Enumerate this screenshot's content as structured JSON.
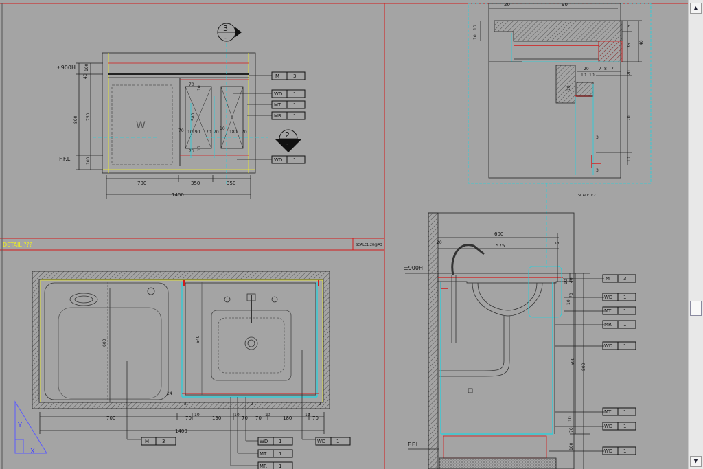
{
  "drawing": {
    "detail_title": "DETAIL  ???",
    "scale_label": "SCALE",
    "scale_value": "1:20@A3",
    "scale_note": "SCALE  1:2",
    "ucs_y": "Y",
    "ucs_x": "X",
    "sections": [
      {
        "id": "3",
        "sub": "-"
      },
      {
        "id": "2",
        "sub": "-"
      }
    ],
    "levels": {
      "top": "±900H",
      "floor": "F.F.L."
    },
    "tags": {
      "M": "M",
      "WD": "WD",
      "MT": "MT",
      "MR": "MR",
      "one": "1",
      "three": "3"
    },
    "room_letter": "W",
    "dims": {
      "elev_bottom": [
        "700",
        "350",
        "350"
      ],
      "elev_total": "1400",
      "elev_left": [
        "100",
        "40",
        "750",
        "800",
        "100"
      ],
      "elev_inner": [
        "70",
        "10",
        "10",
        "580",
        "10",
        "70",
        "70",
        "190",
        "70",
        "70",
        "10",
        "180",
        "70"
      ],
      "plan_bottom": [
        "700",
        "70",
        "10",
        "190",
        "10",
        "70",
        "70",
        "10",
        "180",
        "10",
        "70"
      ],
      "plan_total": "1400",
      "plan_depth": [
        "600",
        "540"
      ],
      "plan_small": [
        "24",
        "2",
        "2",
        "2"
      ],
      "detail_top": [
        "20",
        "90"
      ],
      "detail_right": [
        "5",
        "35",
        "20",
        "70",
        "10",
        "40"
      ],
      "detail_inner": [
        "10",
        "10",
        "20",
        "10",
        "10",
        "20",
        "7",
        "8",
        "7",
        "10",
        "3",
        "3",
        "3"
      ],
      "sect_top": [
        "600",
        "575",
        "20",
        "5"
      ],
      "sect_right": [
        "40",
        "10",
        "70",
        "10",
        "590",
        "800",
        "10",
        "70",
        "100"
      ]
    }
  },
  "ui": {
    "scroll_up": "▲",
    "scroll_down": "▼"
  },
  "colors": {
    "background": "#a4a4a4",
    "line": "#1c1c1c",
    "red": "#d41a1a",
    "cyan": "#1fd4e0",
    "yellow": "#f0f01e"
  }
}
